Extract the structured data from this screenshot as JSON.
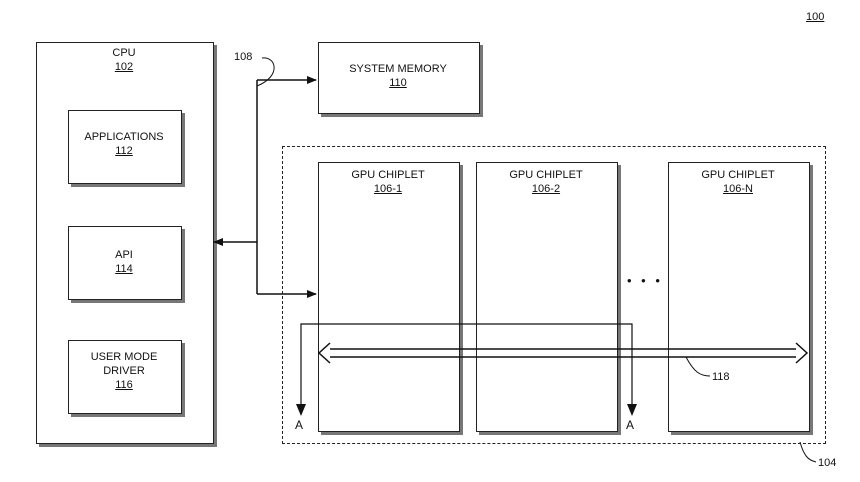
{
  "figure_ref": "100",
  "cpu": {
    "title": "CPU",
    "ref": "102"
  },
  "applications": {
    "title": "APPLICATIONS",
    "ref": "112"
  },
  "api": {
    "title": "API",
    "ref": "114"
  },
  "umd": {
    "line1": "USER MODE",
    "line2": "DRIVER",
    "ref": "116"
  },
  "system_memory": {
    "title": "SYSTEM MEMORY",
    "ref": "110"
  },
  "bus_ref": "108",
  "gpu_group_ref": "104",
  "chiplets": [
    {
      "title": "GPU CHIPLET",
      "ref": "106-1"
    },
    {
      "title": "GPU CHIPLET",
      "ref": "106-2"
    },
    {
      "title": "GPU CHIPLET",
      "ref": "106-N"
    }
  ],
  "ellipsis": "• • •",
  "crosslink_ref": "118",
  "section_left": "A",
  "section_right": "A"
}
